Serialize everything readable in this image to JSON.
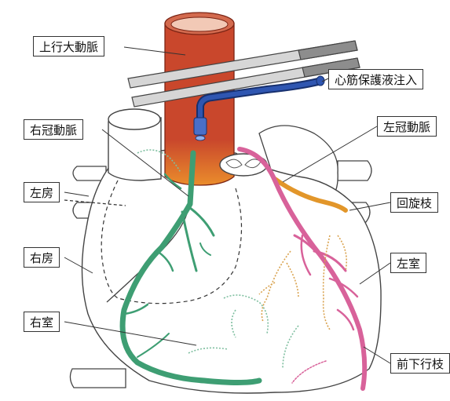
{
  "labels": {
    "ascending_aorta": "上行大動脈",
    "cardioplegia_infusion": "心筋保護液注入",
    "right_coronary_artery": "右冠動脈",
    "left_coronary_artery": "左冠動脈",
    "left_atrium": "左房",
    "circumflex_branch": "回旋枝",
    "right_atrium": "右房",
    "left_ventricle": "左室",
    "right_ventricle": "右室",
    "anterior_descending_branch": "前下行枝"
  },
  "colors": {
    "aorta": "#c9472c",
    "cannula": "#1f3f8f",
    "right_coronary": "#3e9e73",
    "left_anterior_descending": "#d8629a",
    "circumflex": "#e2962a",
    "dotted_vessels": "#d9a24e",
    "clamp": "#cfcfcf"
  }
}
